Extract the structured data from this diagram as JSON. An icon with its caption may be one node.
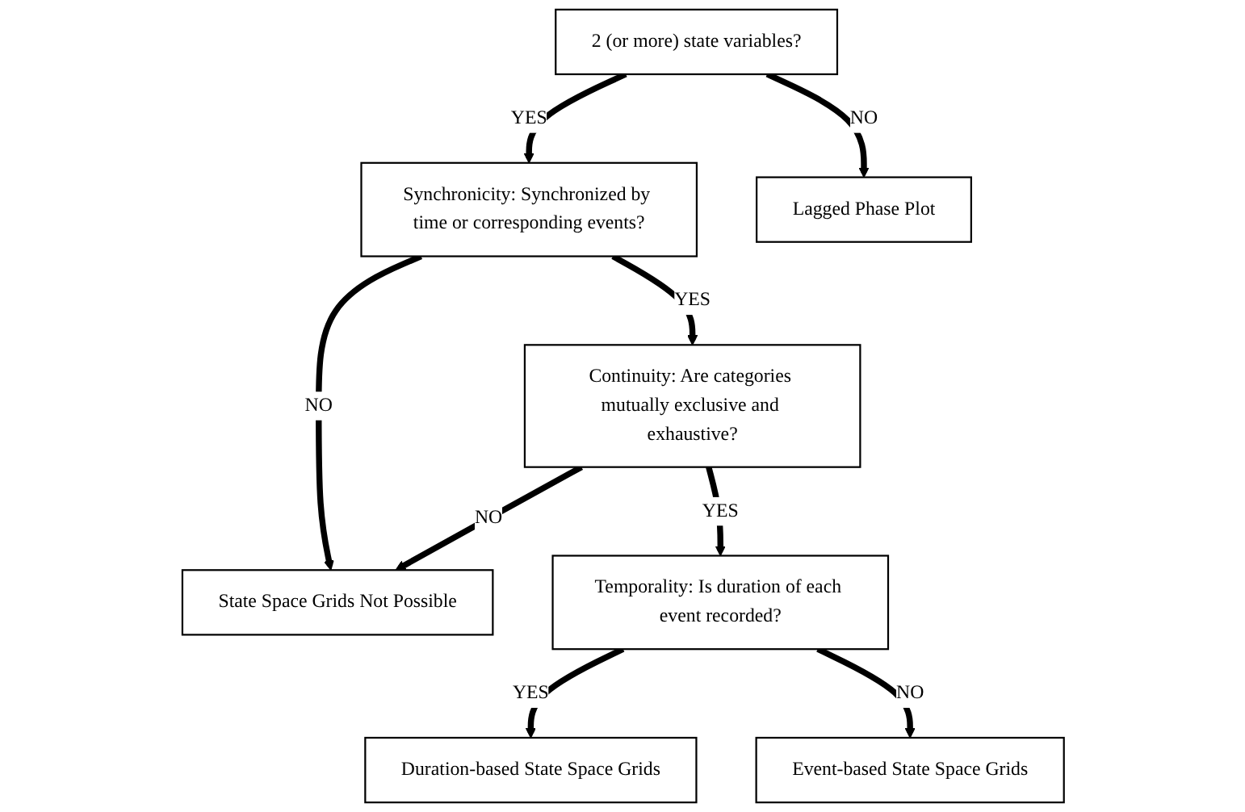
{
  "diagram": {
    "nodes": [
      {
        "text": [
          "2 (or more) state variables?"
        ]
      },
      {
        "text": [
          "Synchronicity: Synchronized by time or corresponding events?"
        ]
      },
      {
        "text": [
          "State Space Grids Not Possible"
        ]
      },
      {
        "text": [
          "Lagged Phase Plot"
        ]
      },
      {
        "text": [
          "Continuity: Are categories mutually exclusive and exhaustive?"
        ]
      },
      {
        "text": [
          "Temporality: Is duration of each event recorded?"
        ]
      },
      {
        "text": [
          "Duration-based State Space Grids"
        ]
      },
      {
        "text": [
          "Event-based State Space Grids"
        ]
      }
    ],
    "edges": [
      {
        "from": 0,
        "to": 1,
        "arrow": "to",
        "label": "YES"
      },
      {
        "from": 0,
        "to": 3,
        "arrow": "to",
        "label": "NO"
      },
      {
        "from": 1,
        "to": 2,
        "arrow": "to",
        "label": "NO"
      },
      {
        "from": 1,
        "to": 4,
        "arrow": "to",
        "label": "YES"
      },
      {
        "from": 4,
        "to": 2,
        "arrow": "to",
        "label": "NO"
      },
      {
        "from": 4,
        "to": 5,
        "arrow": "to",
        "label": "YES"
      },
      {
        "from": 5,
        "to": 6,
        "arrow": "to",
        "label": "YES"
      },
      {
        "from": 5,
        "to": 7,
        "arrow": "to",
        "label": "NO"
      }
    ]
  }
}
